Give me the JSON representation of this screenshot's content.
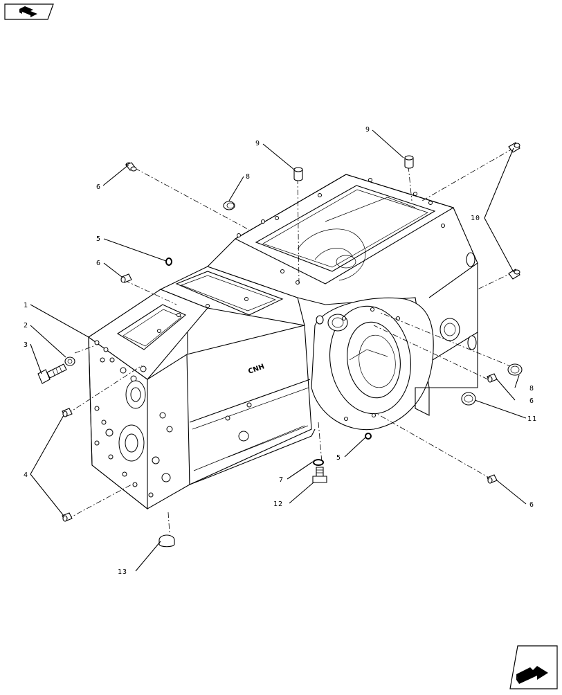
{
  "diagram": {
    "casting_text": "CNH",
    "callouts": [
      {
        "id": "c1",
        "label": "1"
      },
      {
        "id": "c2",
        "label": "2"
      },
      {
        "id": "c3",
        "label": "3"
      },
      {
        "id": "c4",
        "label": "4"
      },
      {
        "id": "c5a",
        "label": "5"
      },
      {
        "id": "c5b",
        "label": "5"
      },
      {
        "id": "c6a",
        "label": "6"
      },
      {
        "id": "c6b",
        "label": "6"
      },
      {
        "id": "c6c",
        "label": "6"
      },
      {
        "id": "c6d",
        "label": "6"
      },
      {
        "id": "c7",
        "label": "7"
      },
      {
        "id": "c8a",
        "label": "8"
      },
      {
        "id": "c8b",
        "label": "8"
      },
      {
        "id": "c9a",
        "label": "9"
      },
      {
        "id": "c9b",
        "label": "9"
      },
      {
        "id": "c10",
        "label": "10"
      },
      {
        "id": "c11",
        "label": "11"
      },
      {
        "id": "c12",
        "label": "12"
      },
      {
        "id": "c13",
        "label": "13"
      }
    ]
  },
  "navigation": {
    "back_icon": "previous-page-arrow-icon",
    "next_icon": "next-page-arrow-icon"
  }
}
